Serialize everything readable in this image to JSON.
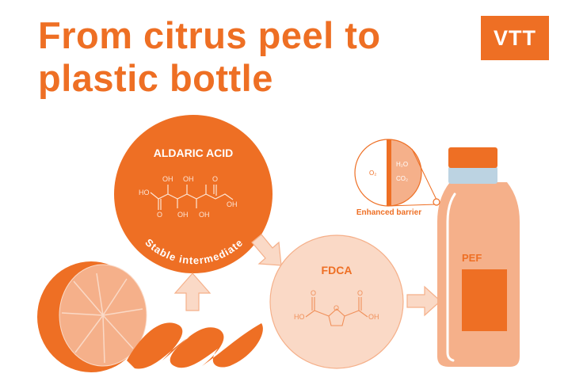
{
  "title": {
    "line1": "From citrus peel to",
    "line2": "plastic bottle"
  },
  "logo": "VTT",
  "aldaric": {
    "label": "ALDARIC ACID",
    "caption": "Stable intermediate",
    "atoms": {
      "ho_left": "HO",
      "oh_top1": "OH",
      "oh_top2": "OH",
      "o_top": "O",
      "o_bottom": "O",
      "oh_bot1": "OH",
      "oh_bot2": "OH",
      "oh_right": "OH"
    }
  },
  "fdca": {
    "label": "FDCA",
    "atoms": {
      "ho": "HO",
      "oh": "OH",
      "o_left": "O",
      "o_ring": "O",
      "o_right": "O"
    }
  },
  "barrier": {
    "outside": "O₂",
    "inside1": "H₂O",
    "inside2": "CO₂",
    "caption": "Enhanced barrier"
  },
  "bottle": {
    "label": "PEF"
  },
  "colors": {
    "accent": "#ee6f24",
    "light": "#f5b08a",
    "pale": "#fad9c6",
    "neck": "#bcd3e2"
  }
}
